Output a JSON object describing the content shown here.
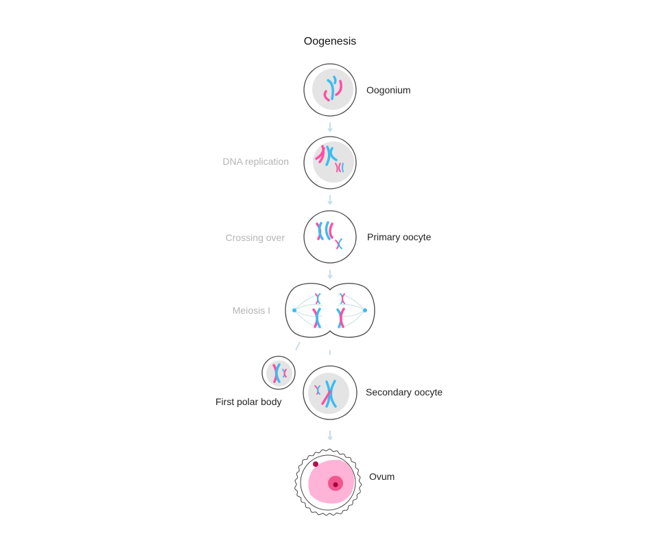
{
  "title": "Oogenesis",
  "stages": {
    "oogonium": "Oogonium",
    "primary_oocyte": "Primary oocyte",
    "first_polar_body": "First polar body",
    "secondary_oocyte": "Secondary oocyte",
    "ovum": "Ovum"
  },
  "steps": {
    "dna_replication": "DNA replication",
    "crossing_over": "Crossing over",
    "meiosis_1": "Meiosis I"
  },
  "colors": {
    "pink": "#ff4fa3",
    "blue": "#3cbcf0",
    "ovum_pink": "#ffb3d6"
  }
}
